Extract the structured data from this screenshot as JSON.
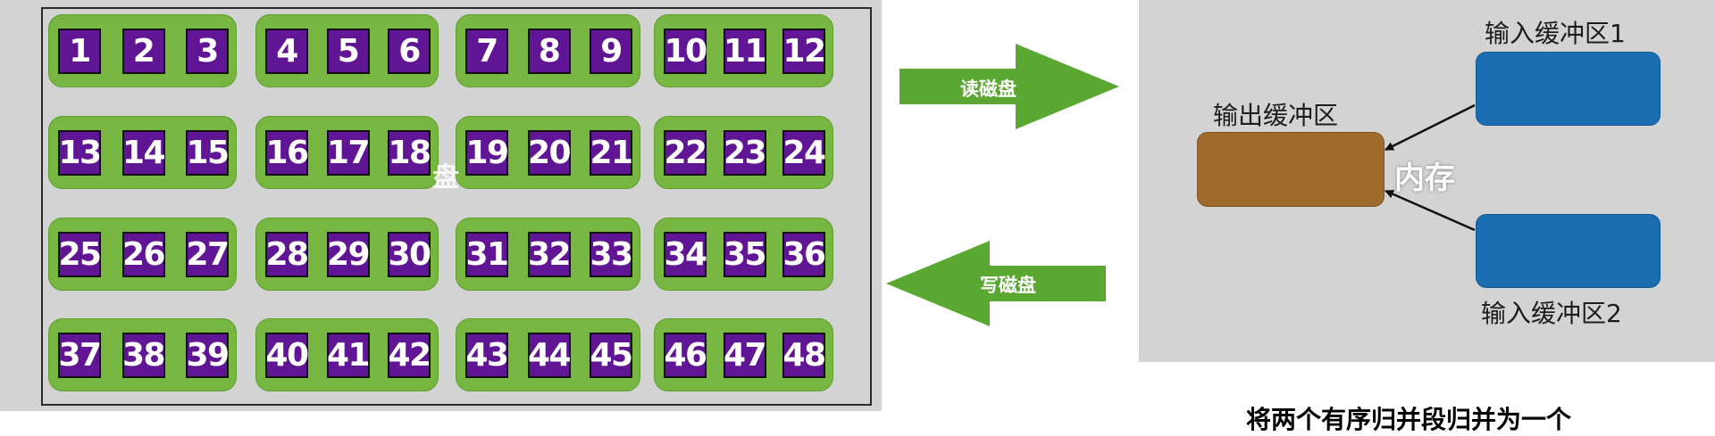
{
  "disk": {
    "overlay_fragment": "盘",
    "groups": [
      [
        "1",
        "2",
        "3"
      ],
      [
        "4",
        "5",
        "6"
      ],
      [
        "7",
        "8",
        "9"
      ],
      [
        "10",
        "11",
        "12"
      ],
      [
        "13",
        "14",
        "15"
      ],
      [
        "16",
        "17",
        "18"
      ],
      [
        "19",
        "20",
        "21"
      ],
      [
        "22",
        "23",
        "24"
      ],
      [
        "25",
        "26",
        "27"
      ],
      [
        "28",
        "29",
        "30"
      ],
      [
        "31",
        "32",
        "33"
      ],
      [
        "34",
        "35",
        "36"
      ],
      [
        "37",
        "38",
        "39"
      ],
      [
        "40",
        "41",
        "42"
      ],
      [
        "43",
        "44",
        "45"
      ],
      [
        "46",
        "47",
        "48"
      ]
    ]
  },
  "arrows": {
    "read_label": "读磁盘",
    "write_label": "写磁盘"
  },
  "memory": {
    "input_buffer_1": "输入缓冲区1",
    "input_buffer_2": "输入缓冲区2",
    "output_buffer": "输出缓冲区",
    "memory_label": "内存"
  },
  "footer": {
    "partial_text": "将两个有序归并段归并为一个"
  },
  "colors": {
    "panel_bg": "#d3d3d3",
    "group_green": "#77b640",
    "block_purple": "#5f1594",
    "arrow_green": "#5aa832",
    "input_buffer_blue": "#1a6db0",
    "output_buffer_brown": "#9e6b2c"
  }
}
